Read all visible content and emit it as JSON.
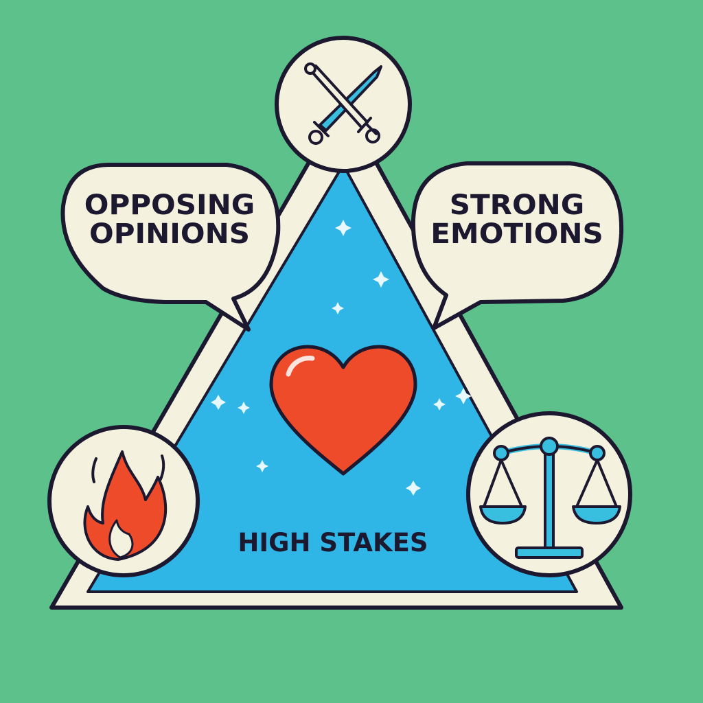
{
  "diagram": {
    "nodes": [
      {
        "id": "opposing-opinions",
        "lines": [
          "OPPOSING",
          "OPINIONS"
        ],
        "shape": "speech-bubble"
      },
      {
        "id": "strong-emotions",
        "lines": [
          "STRONG",
          "EMOTIONS"
        ],
        "shape": "speech-bubble"
      },
      {
        "id": "high-stakes",
        "label": "HIGH STAKES",
        "shape": "text-in-triangle"
      },
      {
        "id": "top",
        "icon": "crossed-swords-icon"
      },
      {
        "id": "bottom-left",
        "icon": "flame-icon"
      },
      {
        "id": "bottom-right",
        "icon": "scales-of-justice-icon"
      },
      {
        "id": "center",
        "icon": "heart-icon"
      }
    ],
    "colors": {
      "background": "#5dc18c",
      "triangle_fill": "#2fb6e6",
      "frame": "#f4f1de",
      "outline": "#1c1830",
      "heart": "#ee4b2b",
      "flame": "#ee4b2b",
      "accent": "#38bfe0"
    }
  }
}
